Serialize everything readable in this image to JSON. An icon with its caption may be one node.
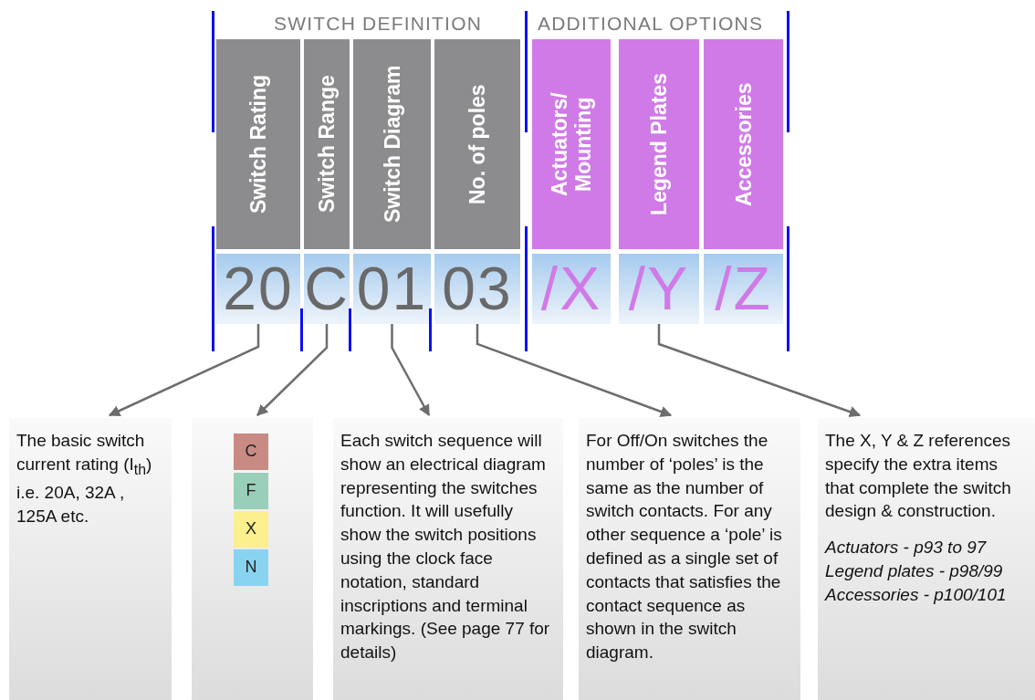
{
  "diagram": {
    "nodes": [
      {
        "text": [
          "Switch Rating"
        ]
      },
      {
        "text": [
          "Switch Range"
        ]
      },
      {
        "text": [
          "Switch Diagram"
        ]
      },
      {
        "text": [
          "No. of poles"
        ]
      },
      {
        "text": [
          "Actuators/ Mounting"
        ]
      },
      {
        "text": [
          "Legend Plates"
        ]
      },
      {
        "text": [
          "Accessories"
        ]
      },
      {
        "text": [
          "20"
        ]
      },
      {
        "text": [
          "C"
        ]
      },
      {
        "text": [
          "01"
        ]
      },
      {
        "text": [
          "03"
        ]
      },
      {
        "text": [
          "/X"
        ]
      },
      {
        "text": [
          "/Y"
        ]
      },
      {
        "text": [
          "/Z"
        ]
      },
      {
        "text": [
          "The basic switch current rating (I$_{th}$) i.e. 20A, 32A , 125A etc."
        ]
      },
      {
        "text": [],
        "shape": "box"
      },
      {
        "text": [
          "C"
        ],
        "in": 15
      },
      {
        "text": [
          "F"
        ],
        "in": 15
      },
      {
        "text": [
          "X"
        ],
        "in": 15
      },
      {
        "text": [
          "N"
        ],
        "in": 15
      },
      {
        "text": [
          "Each switch sequence will show an electrical diagram representing the switches function. It will usefully show the switch positions using the clock face notation, standard inscriptions and terminal markings. (See page 77 for details)"
        ]
      },
      {
        "text": [
          "For Off/On switches the number of ‘poles’ is the same as the number of switch contacts. For any other sequence a ‘pole’ is defined as a single set of contacts that satisfies the contact sequence as shown in the switch diagram."
        ]
      },
      {
        "text": [
          "The X, Y & Z references specify the extra items that complete the switch design & construction.",
          "Actuators - p93 to 97",
          "Legend plates - p98/99",
          "Accessories - p100/101"
        ]
      }
    ],
    "edges": [
      {
        "from": 7,
        "to": 14,
        "arrow": "to"
      },
      {
        "from": 8,
        "to": 15,
        "arrow": "to"
      },
      {
        "from": 9,
        "to": 20,
        "arrow": "to"
      },
      {
        "from": 10,
        "to": 21,
        "arrow": "to"
      },
      {
        "from": 12,
        "to": 22,
        "arrow": "to"
      }
    ],
    "labels": [
      "SWITCH DEFINITION",
      "ADDITIONAL OPTIONS"
    ]
  }
}
